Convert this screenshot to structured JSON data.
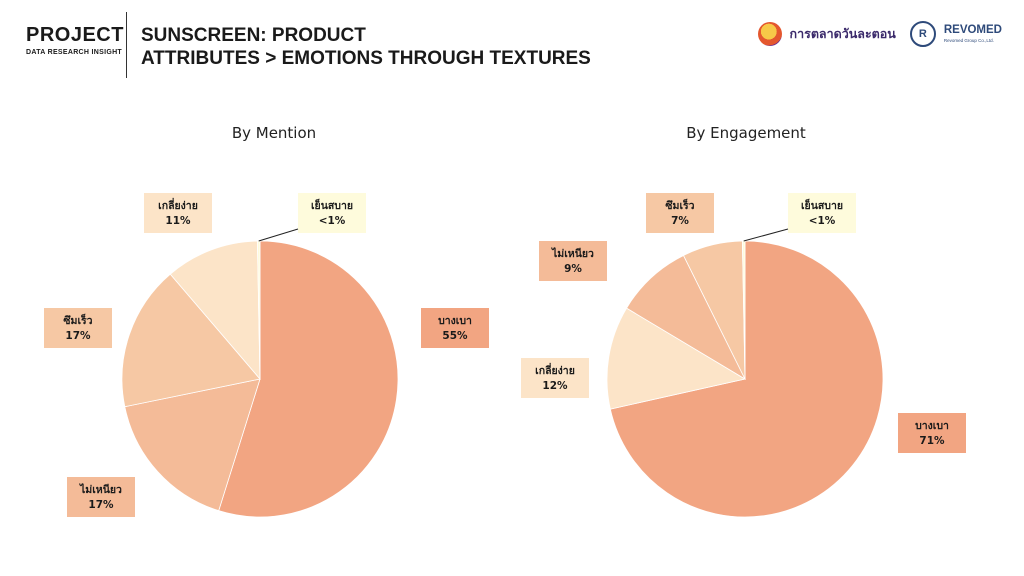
{
  "header": {
    "brand_title": "PROJECT",
    "brand_sub": "DATA RESEARCH INSIGHT",
    "title_line1": "SUNSCREEN: PRODUCT",
    "title_line2": "ATTRIBUTES > EMOTIONS THROUGH TEXTURES",
    "logo1_text": "การตลาดวันละตอน",
    "logo2_mark": "R",
    "logo2_name": "REVOMED",
    "logo2_sub": "Revomed Group Co.,Ltd."
  },
  "colors": {
    "บางเบา": "#f2a582",
    "ไม่เหนียว": "#f4bb98",
    "ซึมเร็ว": "#f6c8a4",
    "เกลี่ยง่าย": "#fce4c8",
    "เย็นสบาย": "#fefbdc",
    "leader": "#222222"
  },
  "chart_data": [
    {
      "type": "pie",
      "title": "By Mention",
      "slices": [
        {
          "name": "บางเบา",
          "value": 55,
          "label": "55%"
        },
        {
          "name": "ไม่เหนียว",
          "value": 17,
          "label": "17%"
        },
        {
          "name": "ซึมเร็ว",
          "value": 17,
          "label": "17%"
        },
        {
          "name": "เกลี่ยง่าย",
          "value": 11,
          "label": "11%"
        },
        {
          "name": "เย็นสบาย",
          "value": 0.3,
          "label": "<1%"
        }
      ]
    },
    {
      "type": "pie",
      "title": "By Engagement",
      "slices": [
        {
          "name": "บางเบา",
          "value": 71,
          "label": "71%"
        },
        {
          "name": "เกลี่ยง่าย",
          "value": 12,
          "label": "12%"
        },
        {
          "name": "ไม่เหนียว",
          "value": 9,
          "label": "9%"
        },
        {
          "name": "ซึมเร็ว",
          "value": 7,
          "label": "7%"
        },
        {
          "name": "เย็นสบาย",
          "value": 0.3,
          "label": "<1%"
        }
      ]
    }
  ]
}
